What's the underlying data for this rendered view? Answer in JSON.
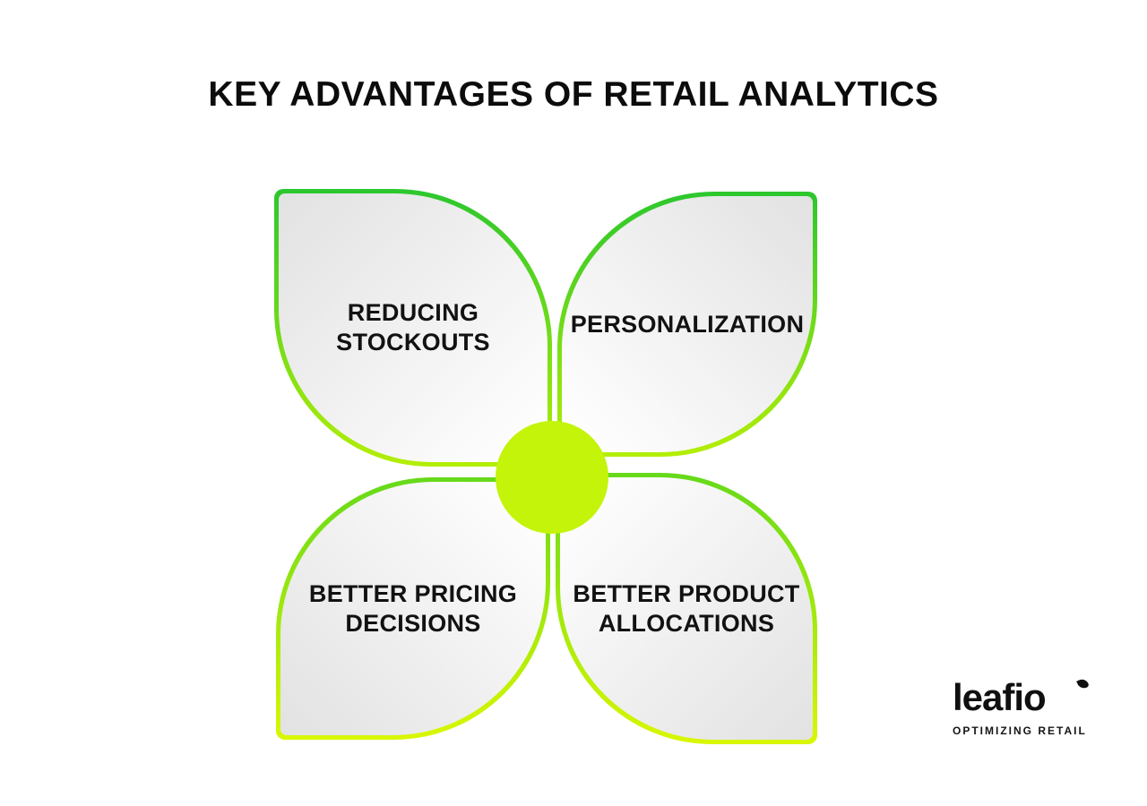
{
  "title": "KEY ADVANTAGES OF RETAIL ANALYTICS",
  "diagram": {
    "type": "four-petal-quadrant",
    "petals": [
      {
        "position": "top-left",
        "label": "REDUCING STOCKOUTS"
      },
      {
        "position": "top-right",
        "label": "PERSONALIZATION"
      },
      {
        "position": "bottom-left",
        "label": "BETTER PRICING DECISIONS"
      },
      {
        "position": "bottom-right",
        "label": "BETTER PRODUCT ALLOCATIONS"
      }
    ],
    "colors": {
      "border_gradient_green": "#2bc72e",
      "border_gradient_yellow": "#d9f701",
      "center_circle": "#c3f40a",
      "petal_fill_dark": "#e2e2e2",
      "petal_fill_light": "#fdfdfd",
      "text": "#121212",
      "background": "#ffffff"
    }
  },
  "logo": {
    "brand": "leafio",
    "tagline": "OPTIMIZING RETAIL"
  }
}
